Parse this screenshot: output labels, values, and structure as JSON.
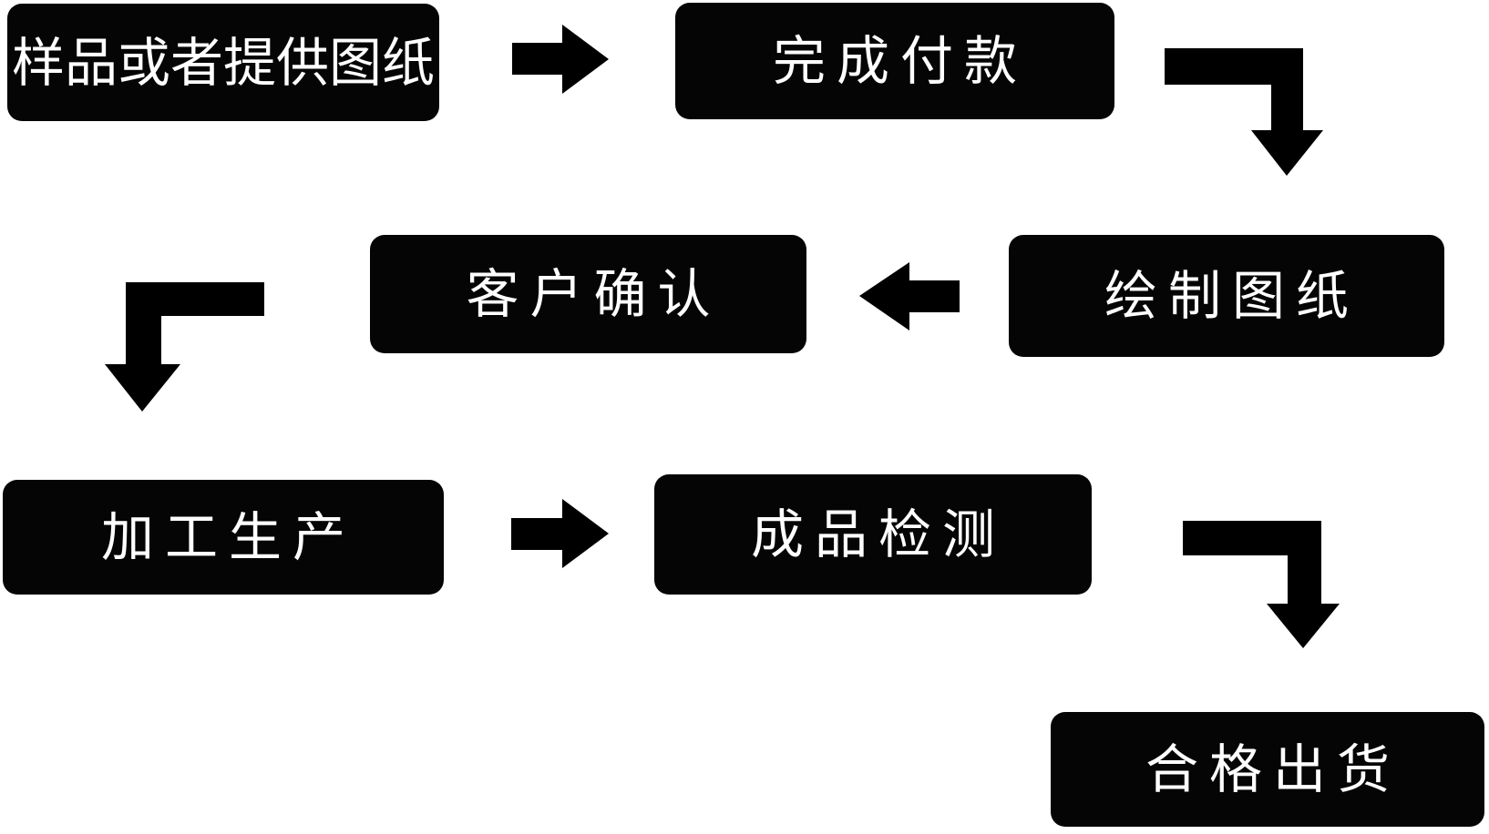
{
  "diagram": {
    "type": "flowchart",
    "title": "",
    "background_color": "#ffffff",
    "node_fill_color": "#050505",
    "node_text_color": "#ffffff",
    "arrow_color": "#000000",
    "nodes": [
      {
        "id": "sample-or-provide-drawings",
        "label": "样品或者提供图纸"
      },
      {
        "id": "complete-payment",
        "label": "完成付款"
      },
      {
        "id": "draw-drawings",
        "label": "绘制图纸"
      },
      {
        "id": "customer-confirmation",
        "label": "客户确认"
      },
      {
        "id": "processing-production",
        "label": "加工生产"
      },
      {
        "id": "finished-product-inspection",
        "label": "成品检测"
      },
      {
        "id": "qualified-shipment",
        "label": "合格出货"
      }
    ],
    "edges": [
      {
        "from": "样品或者提供图纸",
        "to": "完成付款",
        "shape": "straight-right"
      },
      {
        "from": "完成付款",
        "to": "绘制图纸",
        "shape": "bent-right-then-down"
      },
      {
        "from": "绘制图纸",
        "to": "客户确认",
        "shape": "straight-left"
      },
      {
        "from": "客户确认",
        "to": "加工生产",
        "shape": "bent-left-then-down"
      },
      {
        "from": "加工生产",
        "to": "成品检测",
        "shape": "straight-right"
      },
      {
        "from": "成品检测",
        "to": "合格出货",
        "shape": "bent-right-then-down"
      }
    ]
  }
}
